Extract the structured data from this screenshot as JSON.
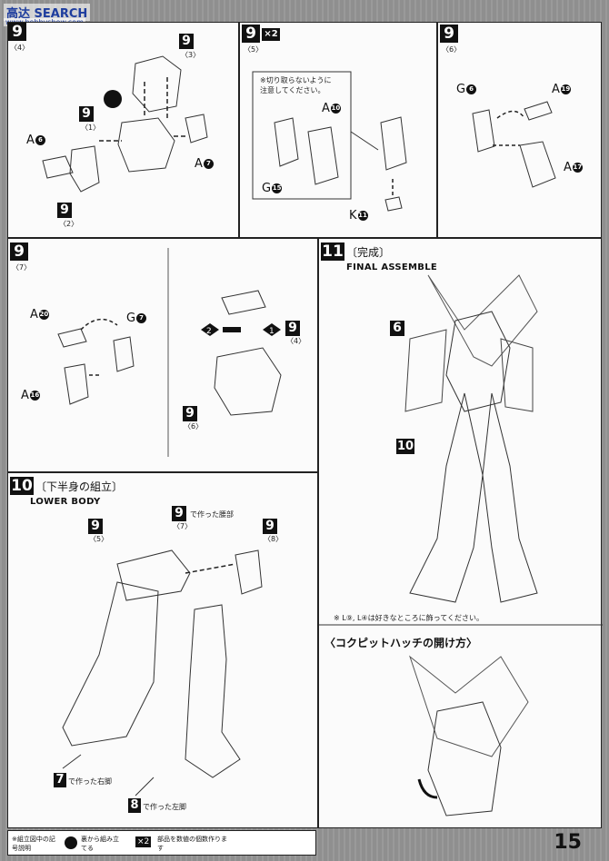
{
  "watermark": {
    "site": "高达 SEARCH",
    "url": "www.hobbyshow.com"
  },
  "step_top1": {
    "num": "9",
    "sub": "〈4〉",
    "callouts": [
      "9",
      "9",
      "9"
    ],
    "callout_subs": [
      "〈3〉",
      "〈1〉",
      "〈2〉"
    ],
    "parts": [
      "A",
      "A"
    ],
    "part_nums": [
      "6",
      "7"
    ]
  },
  "step_top2": {
    "num": "9",
    "mult": "×2",
    "sub": "〈5〉",
    "note": "※切り取らないように\n注意してください。",
    "parts": [
      "A",
      "G",
      "K"
    ],
    "part_nums": [
      "10",
      "15",
      "11"
    ]
  },
  "step_top3": {
    "num": "9",
    "sub": "〈6〉",
    "parts": [
      "G",
      "A",
      "A"
    ],
    "part_nums": [
      "6",
      "19",
      "17"
    ]
  },
  "step_mid1": {
    "num": "9",
    "sub": "〈7〉",
    "parts": [
      "A",
      "G",
      "A"
    ],
    "part_nums": [
      "20",
      "7",
      "16"
    ],
    "callouts": [
      "9",
      "9"
    ],
    "callout_subs": [
      "〈4〉",
      "〈6〉"
    ],
    "arrows": [
      "2",
      "1"
    ]
  },
  "step_11": {
    "num": "11",
    "title": "〔完成〕",
    "eng": "FINAL ASSEMBLE",
    "callouts": [
      "6",
      "10"
    ],
    "note": "※ L⑨, L④は好きなところに飾ってください。"
  },
  "step_10": {
    "num": "10",
    "title": "〔下半身の組立〕",
    "eng": "LOWER BODY",
    "callouts": [
      "9",
      "9",
      "9"
    ],
    "callout_subs": [
      "〈5〉",
      "〈7〉",
      "〈8〉"
    ],
    "made_waist": "で作った腰部",
    "made_right": "で作った右脚",
    "made_left": "で作った左脚",
    "right_num": "7",
    "left_num": "8"
  },
  "cockpit": {
    "title": "〈コクピットハッチの開け方〉"
  },
  "legend": {
    "item1": "※組立図中の記号説明",
    "item2": "裏から組み立てる",
    "item3": "部品を数値の個数作ります",
    "mult": "×2"
  },
  "page_number": "15"
}
